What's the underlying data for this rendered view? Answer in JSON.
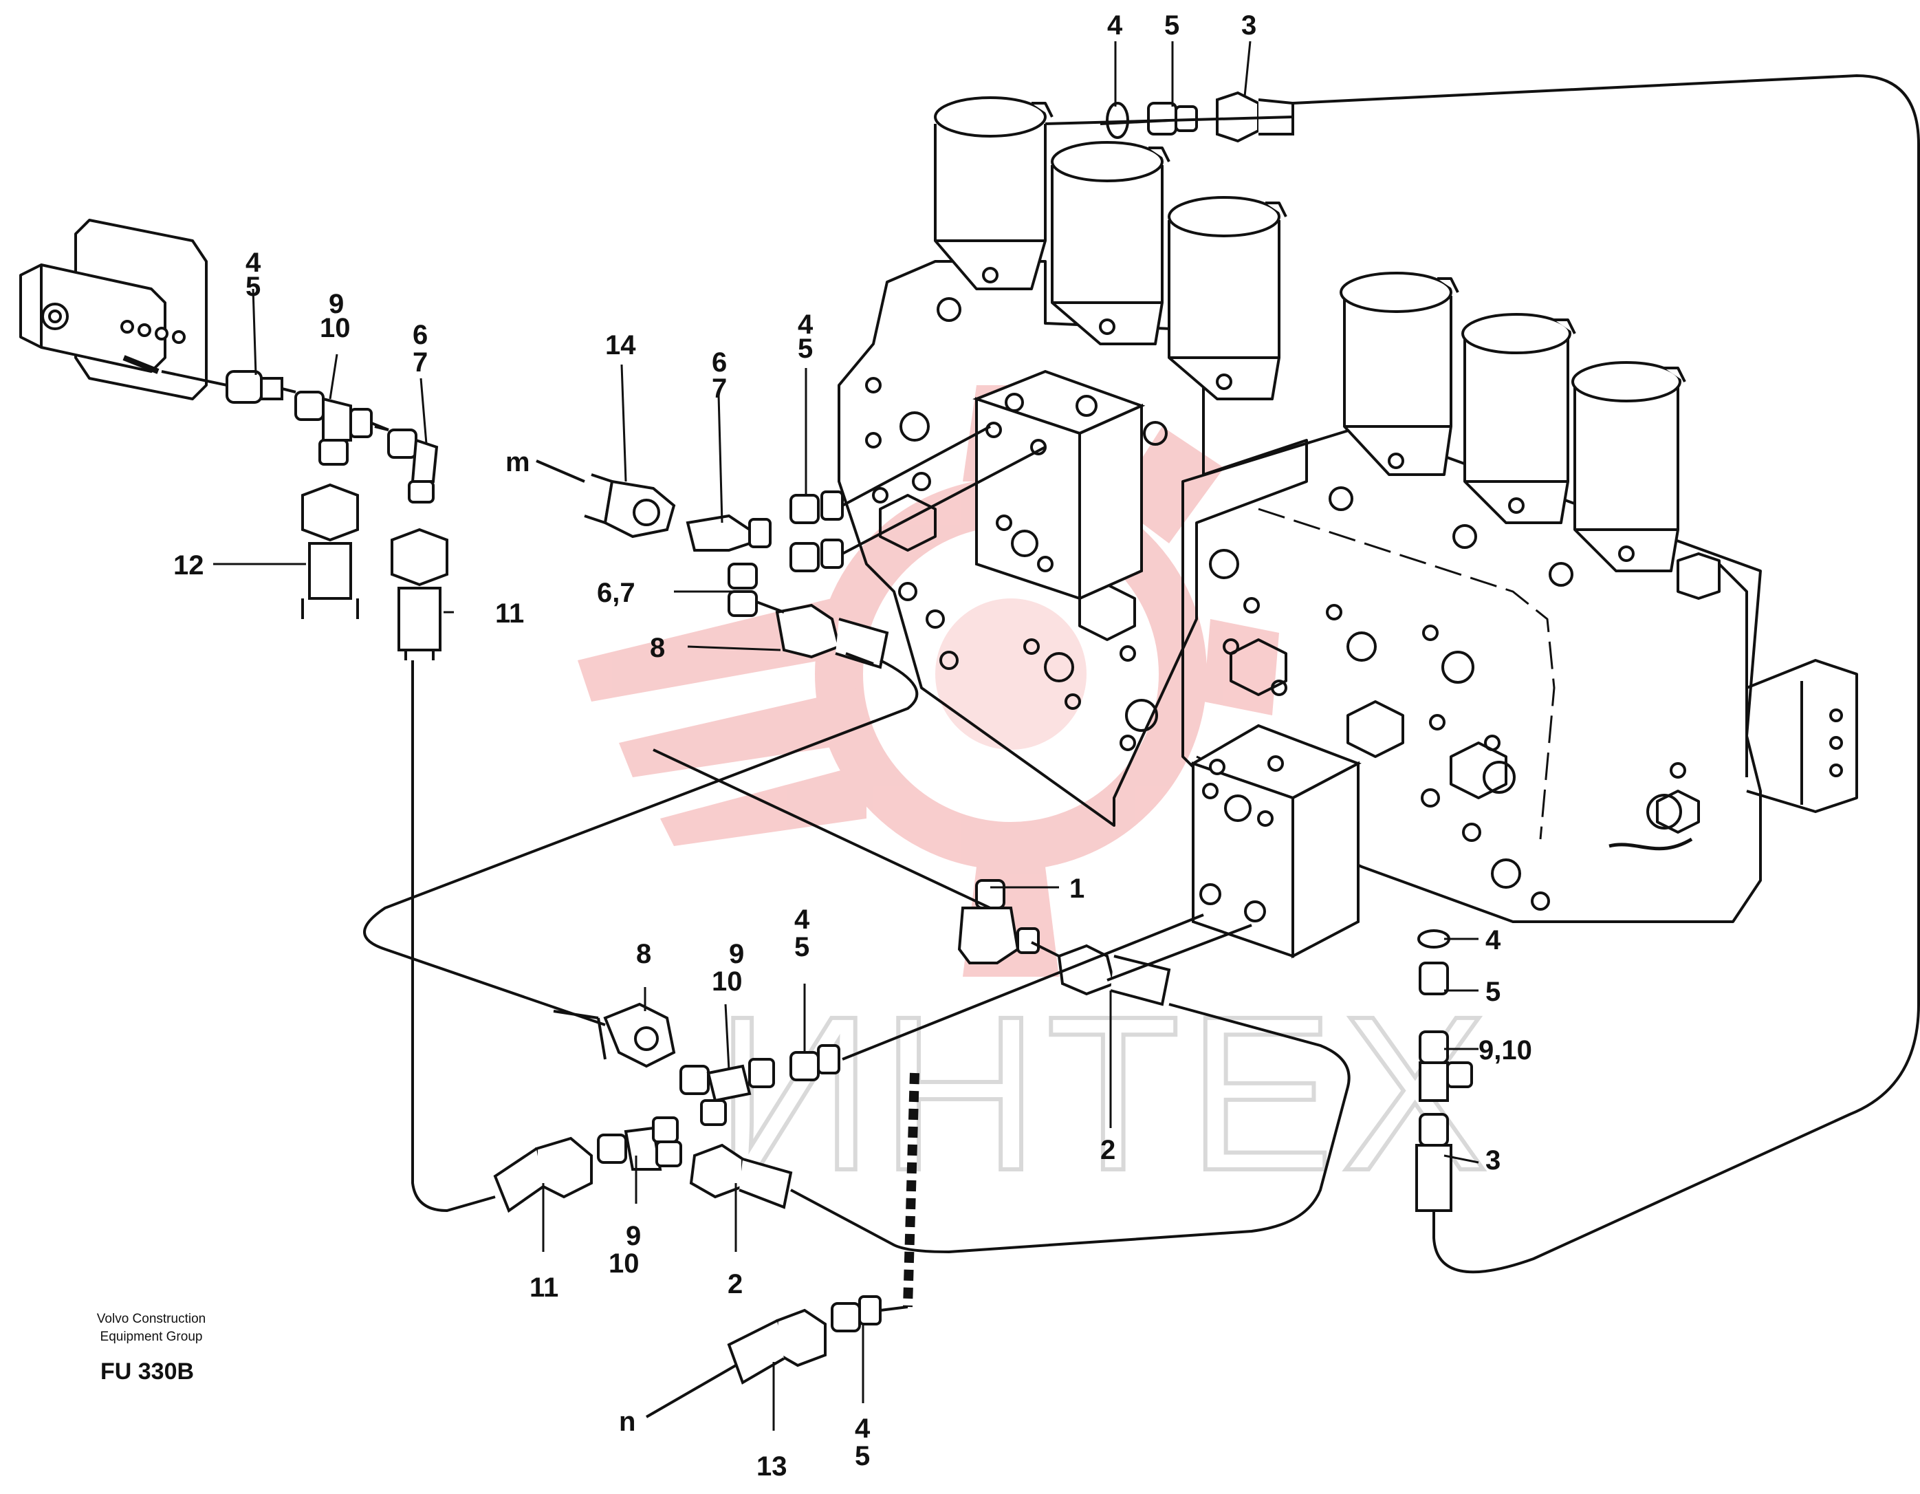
{
  "diagram": {
    "watermark_text": "ИНТЕХ",
    "colors": {
      "line": "#111111",
      "watermark_logo": "#f7c8c8",
      "watermark_text": "#d9d9d9"
    },
    "callouts": {
      "c4_top": "4",
      "c5_top": "5",
      "c3_top": "3",
      "c4_left": "4",
      "c5_left": "5",
      "c9_left": "9",
      "c10_left": "10",
      "c6_left": "6",
      "c7_left": "7",
      "c12": "12",
      "c11_upper": "11",
      "c14": "14",
      "c6_mid": "6",
      "c7_mid": "7",
      "c4_mid": "4",
      "c5_mid": "5",
      "cm": "m",
      "c67": "6,7",
      "c8_upper": "8",
      "c1": "1",
      "c8_lower": "8",
      "c9_lower": "9",
      "c10_lower": "10",
      "c4_lower": "4",
      "c5_lower": "5",
      "c2_right": "2",
      "c4_right": "4",
      "c5_right": "5",
      "c910_right": "9,10",
      "c3_right": "3",
      "c11_lower": "11",
      "c9_bottom": "9",
      "c10_bottom": "10",
      "c2_bottom": "2",
      "cn": "n",
      "c13": "13",
      "c4_bottom": "4",
      "c5_bottom": "5"
    }
  },
  "caption": {
    "line1": "Volvo Construction",
    "line2": "Equipment Group",
    "code": "FU 330B"
  }
}
